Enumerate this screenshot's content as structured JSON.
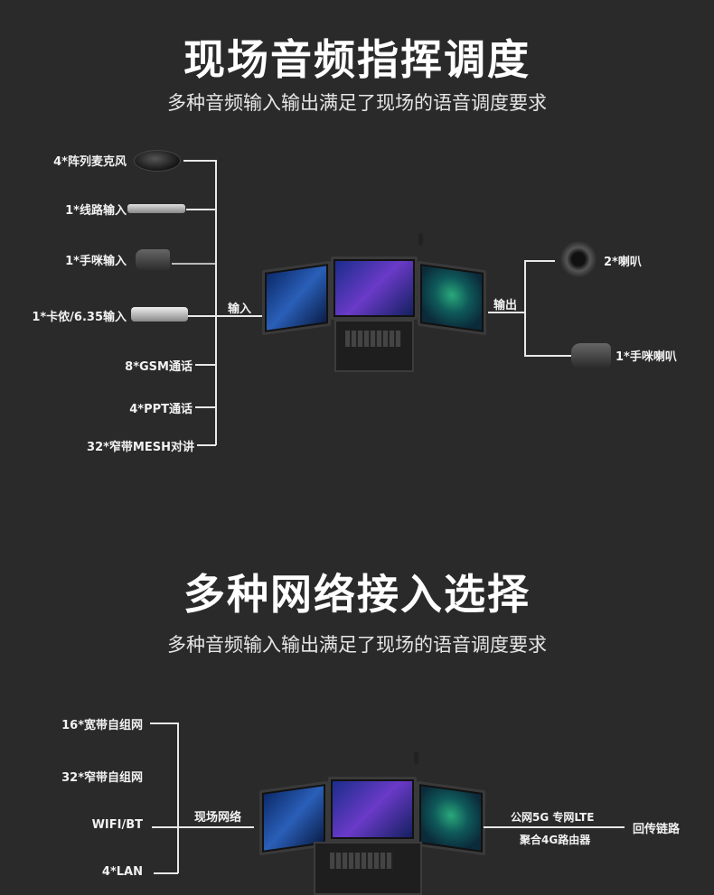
{
  "section1": {
    "title": "现场音频指挥调度",
    "subtitle": "多种音频输入输出满足了现场的语音调度要求",
    "inputs": [
      "4*阵列麦克风",
      "1*线路输入",
      "1*手咪输入",
      "1*卡侬/6.35输入",
      "8*GSM通话",
      "4*PPT通话",
      "32*窄带MESH对讲"
    ],
    "input_label": "输入",
    "output_label": "输出",
    "outputs": [
      "2*喇叭",
      "1*手咪喇叭"
    ]
  },
  "section2": {
    "title": "多种网络接入选择",
    "subtitle": "多种音频输入输出满足了现场的语音调度要求",
    "networks": [
      "16*宽带自组网",
      "32*窄带自组网",
      "WIFI/BT",
      "4*LAN"
    ],
    "local_label": "现场网络",
    "uplink_top": "公网5G  专网LTE",
    "uplink_bottom": "聚合4G路由器",
    "backhaul_label": "回传链路"
  }
}
